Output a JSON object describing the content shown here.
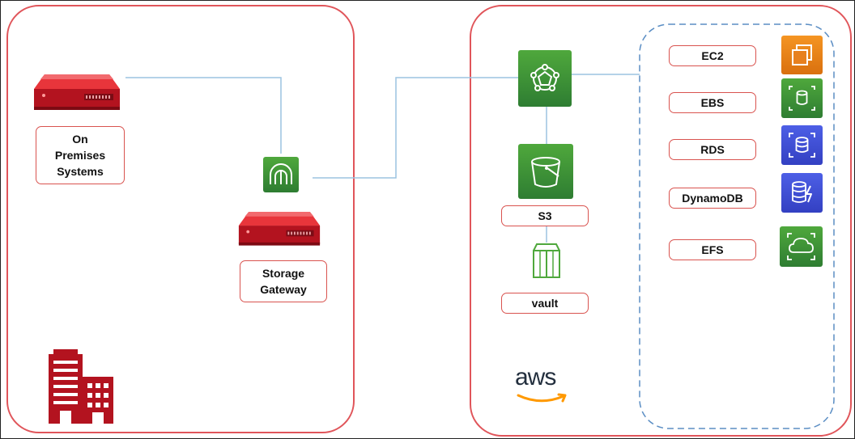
{
  "on_premises": {
    "system_label_line1": "On",
    "system_label_line2": "Premises",
    "system_label_line3": "Systems",
    "gateway_label_line1": "Storage",
    "gateway_label_line2": "Gateway"
  },
  "aws": {
    "logo_text": "aws",
    "s3_label": "S3",
    "vault_label": "vault",
    "services": [
      {
        "label": "EC2",
        "icon": "ec2-icon",
        "color": "#e7811f"
      },
      {
        "label": "EBS",
        "icon": "ebs-icon",
        "color": "#3d8f33"
      },
      {
        "label": "RDS",
        "icon": "rds-icon",
        "color": "#3b48cc"
      },
      {
        "label": "DynamoDB",
        "icon": "dynamodb-icon",
        "color": "#3b48cc"
      },
      {
        "label": "EFS",
        "icon": "efs-icon",
        "color": "#3d8f33"
      }
    ]
  },
  "colors": {
    "region_border": "#e0555a",
    "server_red": "#c8102e",
    "connector": "#9cc3e0",
    "dashed_border": "#5b8ec4",
    "aws_green": "#3d8f33"
  }
}
